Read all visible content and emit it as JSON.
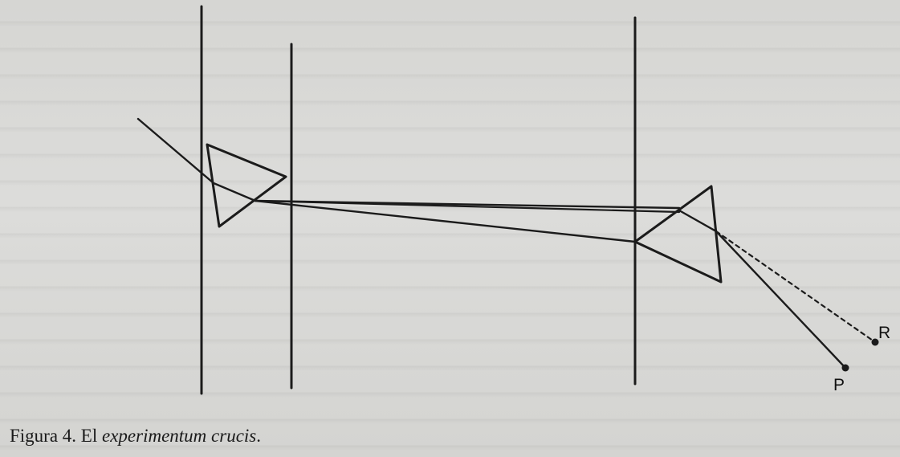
{
  "caption": {
    "prefix": "Figura 4. El ",
    "italic": "experimentum crucis",
    "suffix": "."
  },
  "points": {
    "R": "R",
    "P": "P"
  },
  "colors": {
    "ink": "#1b1b1b",
    "paper": "#d9d9d7"
  }
}
